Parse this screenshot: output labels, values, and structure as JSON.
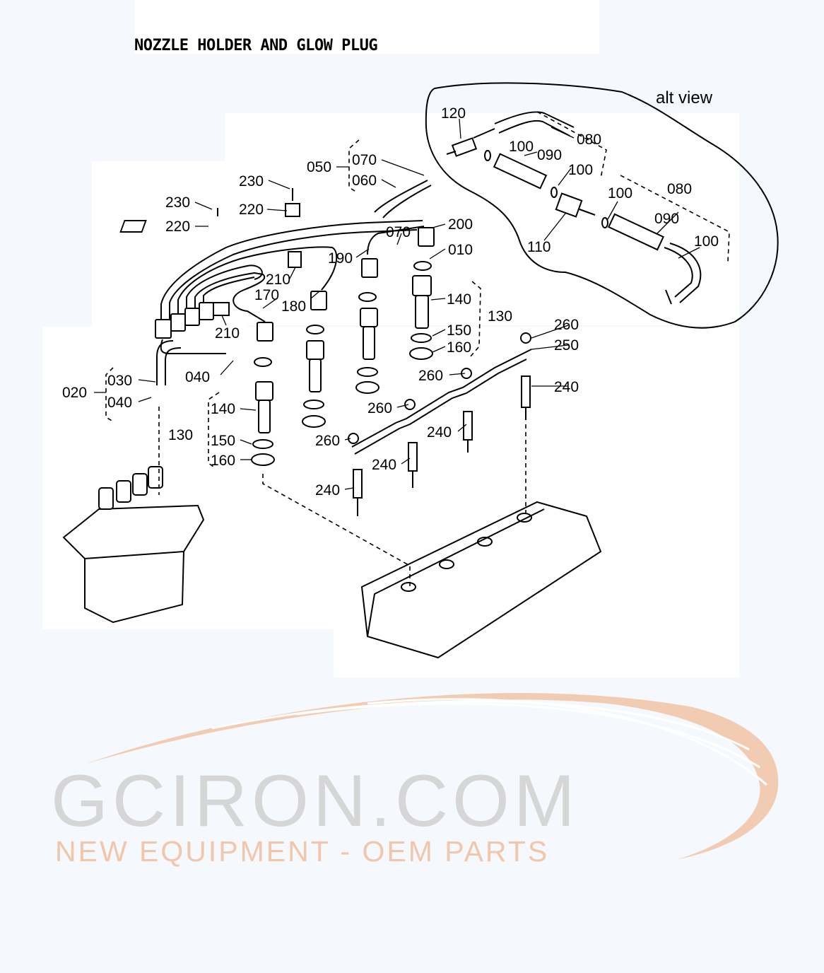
{
  "header": {
    "title": "NOZZLE HOLDER AND GLOW PLUG"
  },
  "alt_view": {
    "label": "alt view"
  },
  "callouts": [
    {
      "id": "c-020",
      "text": "020"
    },
    {
      "id": "c-030",
      "text": "030"
    },
    {
      "id": "c-040a",
      "text": "040"
    },
    {
      "id": "c-040b",
      "text": "040"
    },
    {
      "id": "c-050",
      "text": "050"
    },
    {
      "id": "c-060",
      "text": "060"
    },
    {
      "id": "c-070a",
      "text": "070"
    },
    {
      "id": "c-070b",
      "text": "070"
    },
    {
      "id": "c-010",
      "text": "010"
    },
    {
      "id": "c-200",
      "text": "200"
    },
    {
      "id": "c-190",
      "text": "190"
    },
    {
      "id": "c-180",
      "text": "180"
    },
    {
      "id": "c-170",
      "text": "170"
    },
    {
      "id": "c-210a",
      "text": "210"
    },
    {
      "id": "c-210b",
      "text": "210"
    },
    {
      "id": "c-220a",
      "text": "220"
    },
    {
      "id": "c-220b",
      "text": "220"
    },
    {
      "id": "c-230a",
      "text": "230"
    },
    {
      "id": "c-230b",
      "text": "230"
    },
    {
      "id": "c-140a",
      "text": "140"
    },
    {
      "id": "c-140b",
      "text": "140"
    },
    {
      "id": "c-130a",
      "text": "130"
    },
    {
      "id": "c-130b",
      "text": "130"
    },
    {
      "id": "c-150a",
      "text": "150"
    },
    {
      "id": "c-150b",
      "text": "150"
    },
    {
      "id": "c-160a",
      "text": "160"
    },
    {
      "id": "c-160b",
      "text": "160"
    },
    {
      "id": "c-260a",
      "text": "260"
    },
    {
      "id": "c-260b",
      "text": "260"
    },
    {
      "id": "c-260c",
      "text": "260"
    },
    {
      "id": "c-260d",
      "text": "260"
    },
    {
      "id": "c-250",
      "text": "250"
    },
    {
      "id": "c-240a",
      "text": "240"
    },
    {
      "id": "c-240b",
      "text": "240"
    },
    {
      "id": "c-240c",
      "text": "240"
    },
    {
      "id": "c-240d",
      "text": "240"
    },
    {
      "id": "c-120",
      "text": "120"
    },
    {
      "id": "c-080a",
      "text": "080"
    },
    {
      "id": "c-080b",
      "text": "080"
    },
    {
      "id": "c-090a",
      "text": "090"
    },
    {
      "id": "c-090b",
      "text": "090"
    },
    {
      "id": "c-100a",
      "text": "100"
    },
    {
      "id": "c-100b",
      "text": "100"
    },
    {
      "id": "c-100c",
      "text": "100"
    },
    {
      "id": "c-100d",
      "text": "100"
    },
    {
      "id": "c-110",
      "text": "110"
    }
  ],
  "watermark": {
    "brand": "GCIRON.COM",
    "tagline": "NEW EQUIPMENT - OEM PARTS",
    "gray_color": "#d6d6d6",
    "orange_color": "#f2c6aa"
  }
}
